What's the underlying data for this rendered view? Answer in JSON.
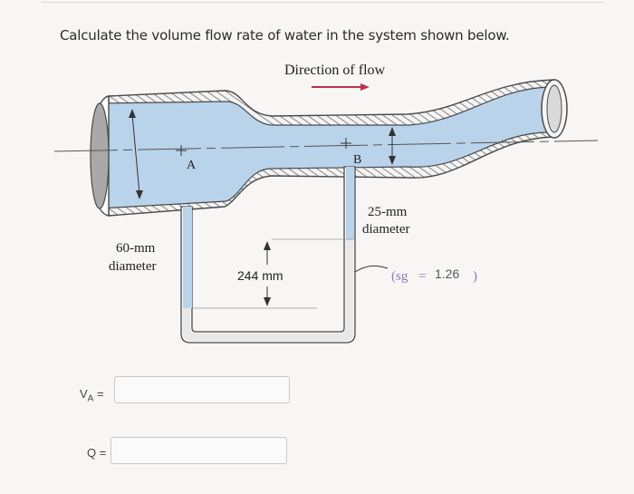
{
  "question": "Calculate the volume flow rate of water in the system shown below.",
  "diagram": {
    "flow_label": "Direction of flow",
    "point_a": "A",
    "point_b": "B",
    "dia_small_1": "25-mm",
    "dia_small_2": "diameter",
    "dia_large_1": "60-mm",
    "dia_large_2": "diameter",
    "height": "244 mm",
    "fluid_prefix": "(sg",
    "fluid_eq": "=",
    "fluid_value": "1.26",
    "fluid_suffix": ")"
  },
  "answers": {
    "va_label": "V",
    "va_sub": "A",
    "va_eq": "=",
    "va_value": "",
    "q_label": "Q",
    "q_eq": "=",
    "q_value": ""
  },
  "colors": {
    "water": "#b9d3ea",
    "outline": "#4a4a4a",
    "arrow": "#c0304a"
  }
}
